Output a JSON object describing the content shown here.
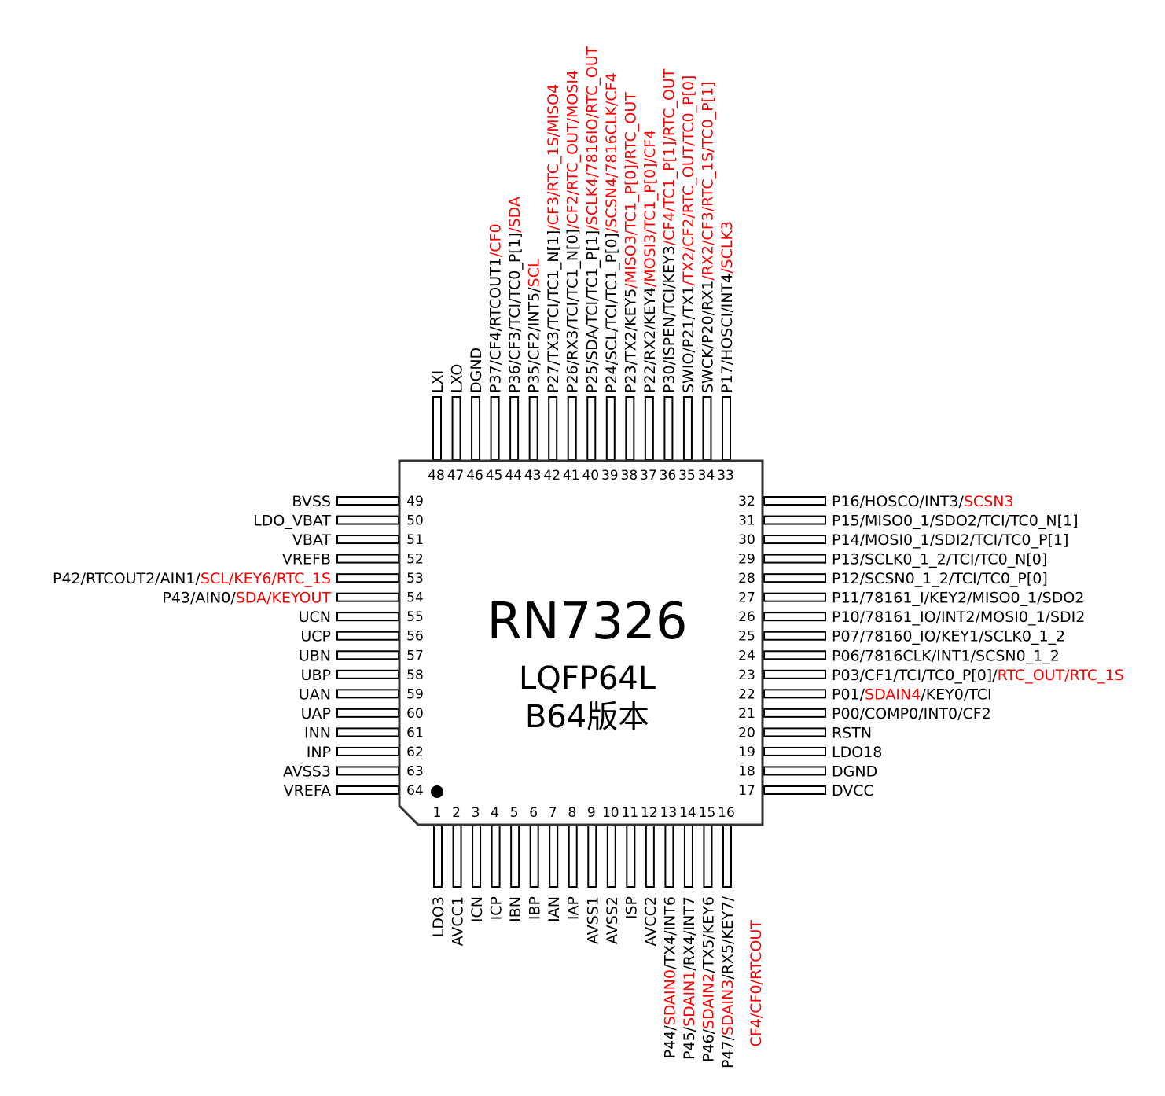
{
  "chip": {
    "name": "RN7326",
    "package": "LQFP64L",
    "version": "B64版本"
  },
  "colors": {
    "default": "#000000",
    "alt_function": "#ff0000"
  },
  "pins": {
    "left": [
      {
        "num": "49",
        "parts": [
          {
            "text": "BVSS",
            "red": false
          }
        ]
      },
      {
        "num": "50",
        "parts": [
          {
            "text": "LDO_VBAT",
            "red": false
          }
        ]
      },
      {
        "num": "51",
        "parts": [
          {
            "text": "VBAT",
            "red": false
          }
        ]
      },
      {
        "num": "52",
        "parts": [
          {
            "text": "VREFB",
            "red": false
          }
        ]
      },
      {
        "num": "53",
        "parts": [
          {
            "text": "P42/RTCOUT2/AIN1/",
            "red": false
          },
          {
            "text": "SCL/KEY6/RTC_1S",
            "red": true
          }
        ]
      },
      {
        "num": "54",
        "parts": [
          {
            "text": "P43/AIN0/",
            "red": false
          },
          {
            "text": "SDA/KEYOUT",
            "red": true
          }
        ]
      },
      {
        "num": "55",
        "parts": [
          {
            "text": "UCN",
            "red": false
          }
        ]
      },
      {
        "num": "56",
        "parts": [
          {
            "text": "UCP",
            "red": false
          }
        ]
      },
      {
        "num": "57",
        "parts": [
          {
            "text": "UBN",
            "red": false
          }
        ]
      },
      {
        "num": "58",
        "parts": [
          {
            "text": "UBP",
            "red": false
          }
        ]
      },
      {
        "num": "59",
        "parts": [
          {
            "text": "UAN",
            "red": false
          }
        ]
      },
      {
        "num": "60",
        "parts": [
          {
            "text": "UAP",
            "red": false
          }
        ]
      },
      {
        "num": "61",
        "parts": [
          {
            "text": "INN",
            "red": false
          }
        ]
      },
      {
        "num": "62",
        "parts": [
          {
            "text": "INP",
            "red": false
          }
        ]
      },
      {
        "num": "63",
        "parts": [
          {
            "text": "AVSS3",
            "red": false
          }
        ]
      },
      {
        "num": "64",
        "parts": [
          {
            "text": "VREFA",
            "red": false
          }
        ]
      }
    ],
    "right": [
      {
        "num": "32",
        "parts": [
          {
            "text": "P16/HOSCO/INT3/",
            "red": false
          },
          {
            "text": "SCSN3",
            "red": true
          }
        ]
      },
      {
        "num": "31",
        "parts": [
          {
            "text": "P15/MISO0_1/SDO2/TCI/TC0_N[1]",
            "red": false
          }
        ]
      },
      {
        "num": "30",
        "parts": [
          {
            "text": "P14/MOSI0_1/SDI2/TCI/TC0_P[1]",
            "red": false
          }
        ]
      },
      {
        "num": "29",
        "parts": [
          {
            "text": "P13/SCLK0_1_2/TCI/TC0_N[0]",
            "red": false
          }
        ]
      },
      {
        "num": "28",
        "parts": [
          {
            "text": "P12/SCSN0_1_2/TCI/TC0_P[0]",
            "red": false
          }
        ]
      },
      {
        "num": "27",
        "parts": [
          {
            "text": "P11/78161_I/KEY2/MISO0_1/SDO2",
            "red": false
          }
        ]
      },
      {
        "num": "26",
        "parts": [
          {
            "text": "P10/78161_IO/INT2/MOSI0_1/SDI2",
            "red": false
          }
        ]
      },
      {
        "num": "25",
        "parts": [
          {
            "text": "P07/78160_IO/KEY1/SCLK0_1_2",
            "red": false
          }
        ]
      },
      {
        "num": "24",
        "parts": [
          {
            "text": "P06/7816CLK/INT1/SCSN0_1_2",
            "red": false
          }
        ]
      },
      {
        "num": "23",
        "parts": [
          {
            "text": "P03/CF1/TCI/TC0_P[0]/",
            "red": false
          },
          {
            "text": "RTC_OUT/RTC_1S",
            "red": true
          }
        ]
      },
      {
        "num": "22",
        "parts": [
          {
            "text": "P01/",
            "red": false
          },
          {
            "text": "SDAIN4",
            "red": true
          },
          {
            "text": "/KEY0/TCI",
            "red": false
          }
        ]
      },
      {
        "num": "21",
        "parts": [
          {
            "text": "P00/COMP0/INT0/CF2",
            "red": false
          }
        ]
      },
      {
        "num": "20",
        "parts": [
          {
            "text": "RSTN",
            "red": false
          }
        ]
      },
      {
        "num": "19",
        "parts": [
          {
            "text": "LDO18",
            "red": false
          }
        ]
      },
      {
        "num": "18",
        "parts": [
          {
            "text": "DGND",
            "red": false
          }
        ]
      },
      {
        "num": "17",
        "parts": [
          {
            "text": "DVCC",
            "red": false
          }
        ]
      }
    ],
    "top": [
      {
        "num": "48",
        "parts": [
          {
            "text": "LXI",
            "red": false
          }
        ]
      },
      {
        "num": "47",
        "parts": [
          {
            "text": "LXO",
            "red": false
          }
        ]
      },
      {
        "num": "46",
        "parts": [
          {
            "text": "DGND",
            "red": false
          }
        ]
      },
      {
        "num": "45",
        "parts": [
          {
            "text": "P37/CF4/RTCOUT1",
            "red": false
          },
          {
            "text": "/CF0",
            "red": true
          }
        ]
      },
      {
        "num": "44",
        "parts": [
          {
            "text": "P36/CF3/TCI/TC0_P[1]",
            "red": false
          },
          {
            "text": "/SDA",
            "red": true
          }
        ]
      },
      {
        "num": "43",
        "parts": [
          {
            "text": "P35/CF2/INT5/",
            "red": false
          },
          {
            "text": "SCL",
            "red": true
          }
        ]
      },
      {
        "num": "42",
        "parts": [
          {
            "text": "P27/TX3/TCI/TC1_N[1]",
            "red": false
          },
          {
            "text": "/CF3/RTC_1S/MISO4",
            "red": true
          }
        ]
      },
      {
        "num": "41",
        "parts": [
          {
            "text": "P26/RX3/TCI/TC1_N[0]",
            "red": false
          },
          {
            "text": "/CF2/RTC_OUT/MOSI4",
            "red": true
          }
        ]
      },
      {
        "num": "40",
        "parts": [
          {
            "text": "P25/SDA/TCI/TC1_P[1]",
            "red": false
          },
          {
            "text": "/SCLK4/7816IO/RTC_OUT",
            "red": true
          }
        ]
      },
      {
        "num": "39",
        "parts": [
          {
            "text": "P24/SCL/TCI/TC1_P[0]",
            "red": false
          },
          {
            "text": "/SCSN4/7816CLK/CF4",
            "red": true
          }
        ]
      },
      {
        "num": "38",
        "parts": [
          {
            "text": "P23/TX2/KEY5",
            "red": false
          },
          {
            "text": "/MISO3/TC1_P[0]/RTC_OUT",
            "red": true
          }
        ]
      },
      {
        "num": "37",
        "parts": [
          {
            "text": "P22/RX2/KEY4",
            "red": false
          },
          {
            "text": "/MOSI3/TC1_P[0]/CF4",
            "red": true
          }
        ]
      },
      {
        "num": "36",
        "parts": [
          {
            "text": "P30/ISPEN/TCI/KEY3",
            "red": false
          },
          {
            "text": "/CF4/TC1_P[1]/RTC_OUT",
            "red": true
          }
        ]
      },
      {
        "num": "35",
        "parts": [
          {
            "text": "SWIO/P21/TX1",
            "red": false
          },
          {
            "text": "/TX2/CF2/RTC_OUT/TC0_P[0]",
            "red": true
          }
        ]
      },
      {
        "num": "34",
        "parts": [
          {
            "text": "SWCK/P20/RX1",
            "red": false
          },
          {
            "text": "/RX2/CF3/RTC_1S/TC0_P[1]",
            "red": true
          }
        ]
      },
      {
        "num": "33",
        "parts": [
          {
            "text": "P17/HOSCI/INT4",
            "red": false
          },
          {
            "text": "/SCLK3",
            "red": true
          }
        ]
      }
    ],
    "bottom": [
      {
        "num": "1",
        "parts": [
          {
            "text": "LDO3",
            "red": false
          }
        ]
      },
      {
        "num": "2",
        "parts": [
          {
            "text": "AVCC1",
            "red": false
          }
        ]
      },
      {
        "num": "3",
        "parts": [
          {
            "text": "ICN",
            "red": false
          }
        ]
      },
      {
        "num": "4",
        "parts": [
          {
            "text": "ICP",
            "red": false
          }
        ]
      },
      {
        "num": "5",
        "parts": [
          {
            "text": "IBN",
            "red": false
          }
        ]
      },
      {
        "num": "6",
        "parts": [
          {
            "text": "IBP",
            "red": false
          }
        ]
      },
      {
        "num": "7",
        "parts": [
          {
            "text": "IAN",
            "red": false
          }
        ]
      },
      {
        "num": "8",
        "parts": [
          {
            "text": "IAP",
            "red": false
          }
        ]
      },
      {
        "num": "9",
        "parts": [
          {
            "text": "AVSS1",
            "red": false
          }
        ]
      },
      {
        "num": "10",
        "parts": [
          {
            "text": "AVSS2",
            "red": false
          }
        ]
      },
      {
        "num": "11",
        "parts": [
          {
            "text": "ISP",
            "red": false
          }
        ]
      },
      {
        "num": "12",
        "parts": [
          {
            "text": "AVCC2",
            "red": false
          }
        ]
      },
      {
        "num": "13",
        "parts": [
          {
            "text": "P44/",
            "red": false
          },
          {
            "text": "SDAIN0",
            "red": true
          },
          {
            "text": "/TX4/INT6",
            "red": false
          }
        ]
      },
      {
        "num": "14",
        "parts": [
          {
            "text": "P45/",
            "red": false
          },
          {
            "text": "SDAIN1",
            "red": true
          },
          {
            "text": "/RX4/INT7",
            "red": false
          }
        ]
      },
      {
        "num": "15",
        "parts": [
          {
            "text": "P46/",
            "red": false
          },
          {
            "text": "SDAIN2",
            "red": true
          },
          {
            "text": "/TX5/KEY6",
            "red": false
          }
        ]
      },
      {
        "num": "16",
        "parts": [
          {
            "text": "P47/",
            "red": false
          },
          {
            "text": "SDAIN3",
            "red": true
          },
          {
            "text": "/RX5/KEY7/",
            "red": false
          }
        ],
        "line2": [
          {
            "text": "CF4/CF0/RTCOUT",
            "red": true
          }
        ]
      }
    ]
  }
}
